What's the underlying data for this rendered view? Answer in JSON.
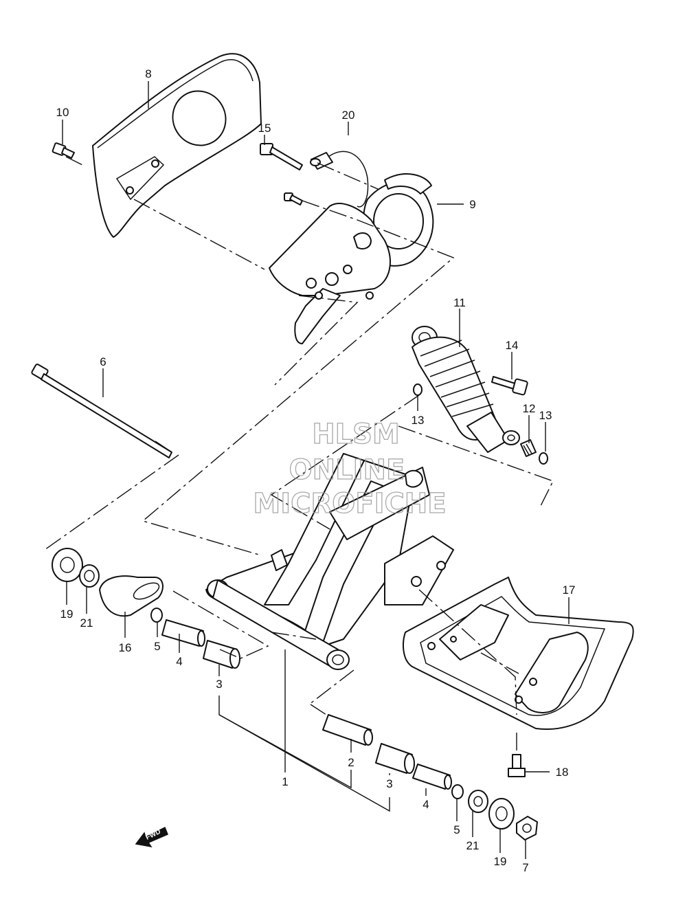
{
  "watermark": {
    "line1": "HLSM",
    "line2": "ONLINE",
    "line3": "MICROFICHE"
  },
  "fwd_label": "FWD",
  "callouts": [
    {
      "id": "c8",
      "text": "8"
    },
    {
      "id": "c10",
      "text": "10"
    },
    {
      "id": "c15",
      "text": "15"
    },
    {
      "id": "c20",
      "text": "20"
    },
    {
      "id": "c9",
      "text": "9"
    },
    {
      "id": "c6",
      "text": "6"
    },
    {
      "id": "c11",
      "text": "11"
    },
    {
      "id": "c14",
      "text": "14"
    },
    {
      "id": "c13a",
      "text": "13"
    },
    {
      "id": "c12",
      "text": "12"
    },
    {
      "id": "c13b",
      "text": "13"
    },
    {
      "id": "c19a",
      "text": "19"
    },
    {
      "id": "c21a",
      "text": "21"
    },
    {
      "id": "c16",
      "text": "16"
    },
    {
      "id": "c5a",
      "text": "5"
    },
    {
      "id": "c4a",
      "text": "4"
    },
    {
      "id": "c3a",
      "text": "3"
    },
    {
      "id": "c17",
      "text": "17"
    },
    {
      "id": "c2",
      "text": "2"
    },
    {
      "id": "c3b",
      "text": "3"
    },
    {
      "id": "c1",
      "text": "1"
    },
    {
      "id": "c4b",
      "text": "4"
    },
    {
      "id": "c5b",
      "text": "5"
    },
    {
      "id": "c21b",
      "text": "21"
    },
    {
      "id": "c19b",
      "text": "19"
    },
    {
      "id": "c18",
      "text": "18"
    },
    {
      "id": "c7",
      "text": "7"
    }
  ]
}
